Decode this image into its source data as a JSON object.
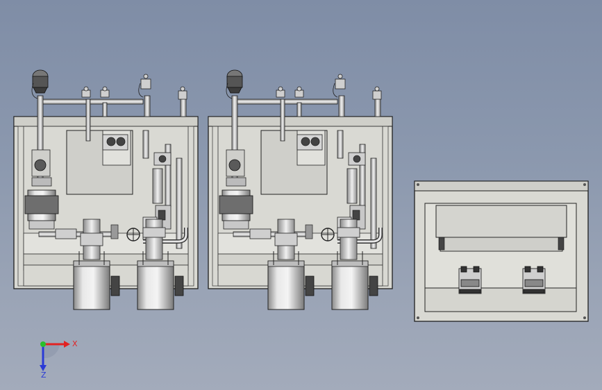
{
  "viewport": {
    "background_top": "#7f8da6",
    "background_bottom": "#a3abbb",
    "model_fill": "#d7d7d1",
    "model_edge": "#1e1e1e",
    "tank_fill": "#c8c8c8",
    "motor_cap": "#3c3c3c"
  },
  "views": [
    {
      "name": "front-view-left"
    },
    {
      "name": "front-view-right"
    },
    {
      "name": "side-view"
    }
  ],
  "triad": {
    "x_label": "X",
    "z_label": "Z",
    "x_color": "#e22222",
    "y_color": "#2bbf2b",
    "z_color": "#2a3ad6"
  }
}
